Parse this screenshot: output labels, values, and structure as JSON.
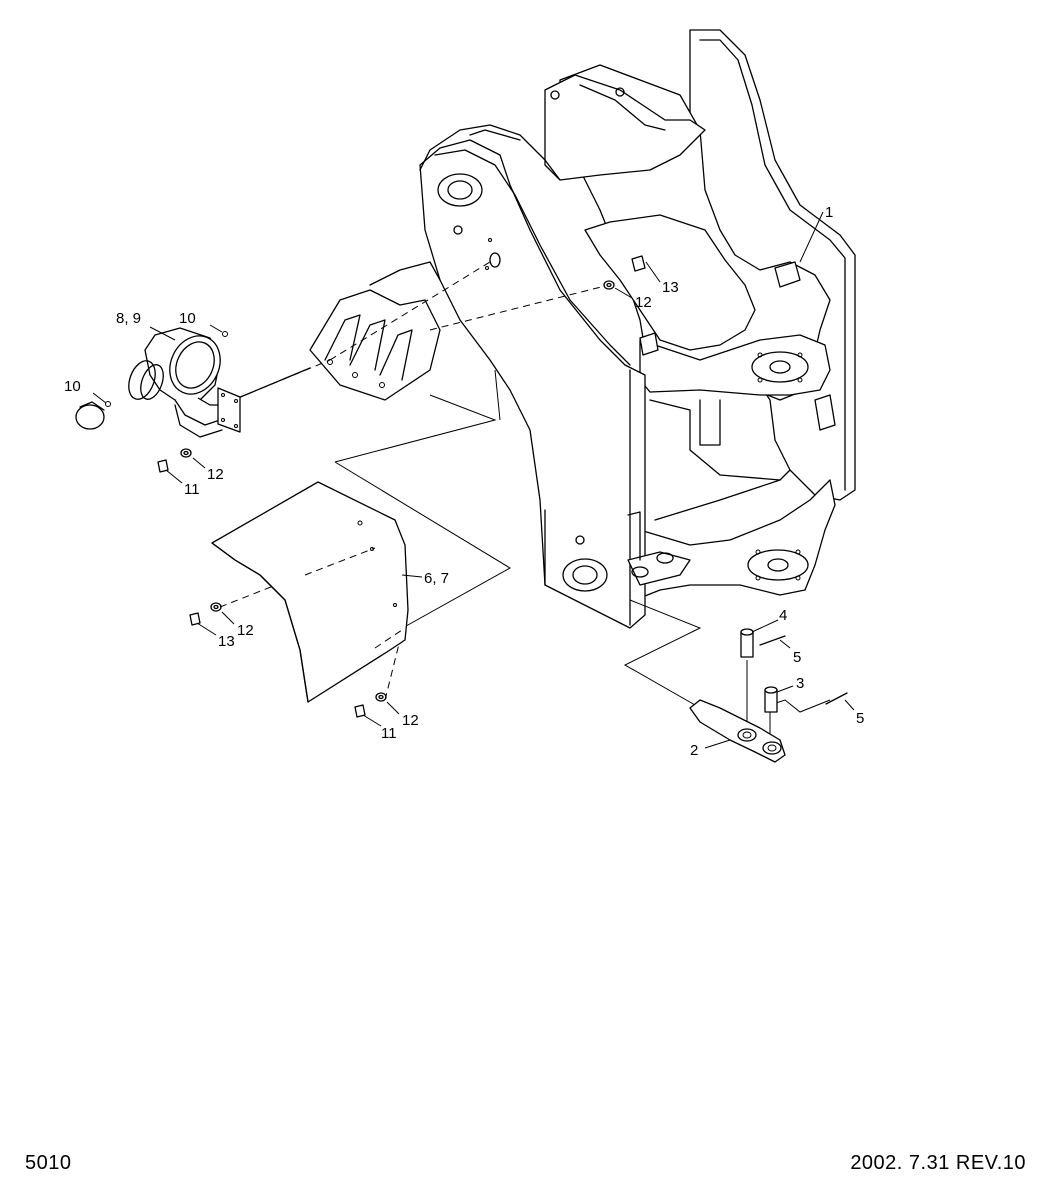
{
  "diagram": {
    "callouts": [
      {
        "id": "c1",
        "text": "1"
      },
      {
        "id": "c2",
        "text": "2"
      },
      {
        "id": "c3",
        "text": "3"
      },
      {
        "id": "c4",
        "text": "4"
      },
      {
        "id": "c5a",
        "text": "5"
      },
      {
        "id": "c5b",
        "text": "5"
      },
      {
        "id": "c67",
        "text": "6, 7"
      },
      {
        "id": "c89",
        "text": "8, 9"
      },
      {
        "id": "c10a",
        "text": "10"
      },
      {
        "id": "c10b",
        "text": "10"
      },
      {
        "id": "c11a",
        "text": "11"
      },
      {
        "id": "c11b",
        "text": "11"
      },
      {
        "id": "c12a",
        "text": "12"
      },
      {
        "id": "c12b",
        "text": "12"
      },
      {
        "id": "c12c",
        "text": "12"
      },
      {
        "id": "c12d",
        "text": "12"
      },
      {
        "id": "c13a",
        "text": "13"
      },
      {
        "id": "c13b",
        "text": "13"
      }
    ]
  },
  "footer": {
    "page_code": "5010",
    "date_revision": "2002. 7.31  REV.10"
  }
}
